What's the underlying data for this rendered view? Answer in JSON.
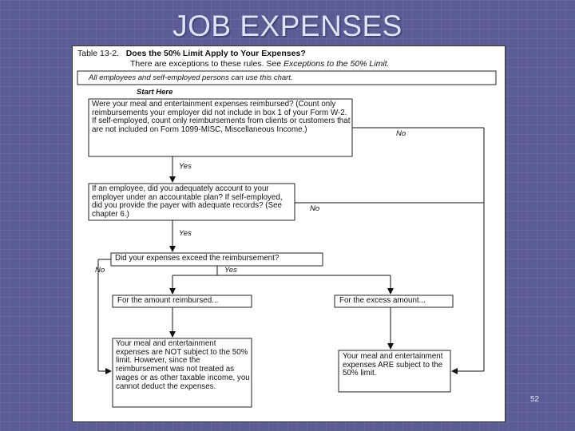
{
  "slide": {
    "title": "JOB EXPENSES",
    "page_number": "52"
  },
  "table": {
    "id": "Table 13-2.",
    "title": "Does the 50% Limit Apply to Your Expenses?",
    "subtitle_prefix": "There are exceptions to these rules. See ",
    "subtitle_link": "Exceptions to the 50% Limit.",
    "note": "All employees and self-employed persons can use this chart.",
    "start_label": "Start Here"
  },
  "flowchart": {
    "q1": "Were your meal and entertainment expenses reimbursed? (Count only reimbursements your employer did not include in box 1 of your Form W-2. If self-employed, count only reimbursements from clients or customers that are not included on Form 1099-MISC, Miscellaneous Income.)",
    "q2": "If an employee, did you adequately account to your employer under an accountable plan? If self-employed, did you provide the payer with adequate records? (See chapter 6.)",
    "q3": "Did your expenses exceed the reimbursement?",
    "branch_reimbursed": "For the amount reimbursed...",
    "branch_excess": "For the excess amount...",
    "result_not_subject": "Your meal and entertainment expenses are NOT subject to the 50% limit. However, since the reimbursement was not treated as wages or as other taxable income, you cannot deduct the expenses.",
    "result_subject": "Your meal and entertainment expenses ARE subject to the 50% limit.",
    "yes": "Yes",
    "no": "No"
  }
}
